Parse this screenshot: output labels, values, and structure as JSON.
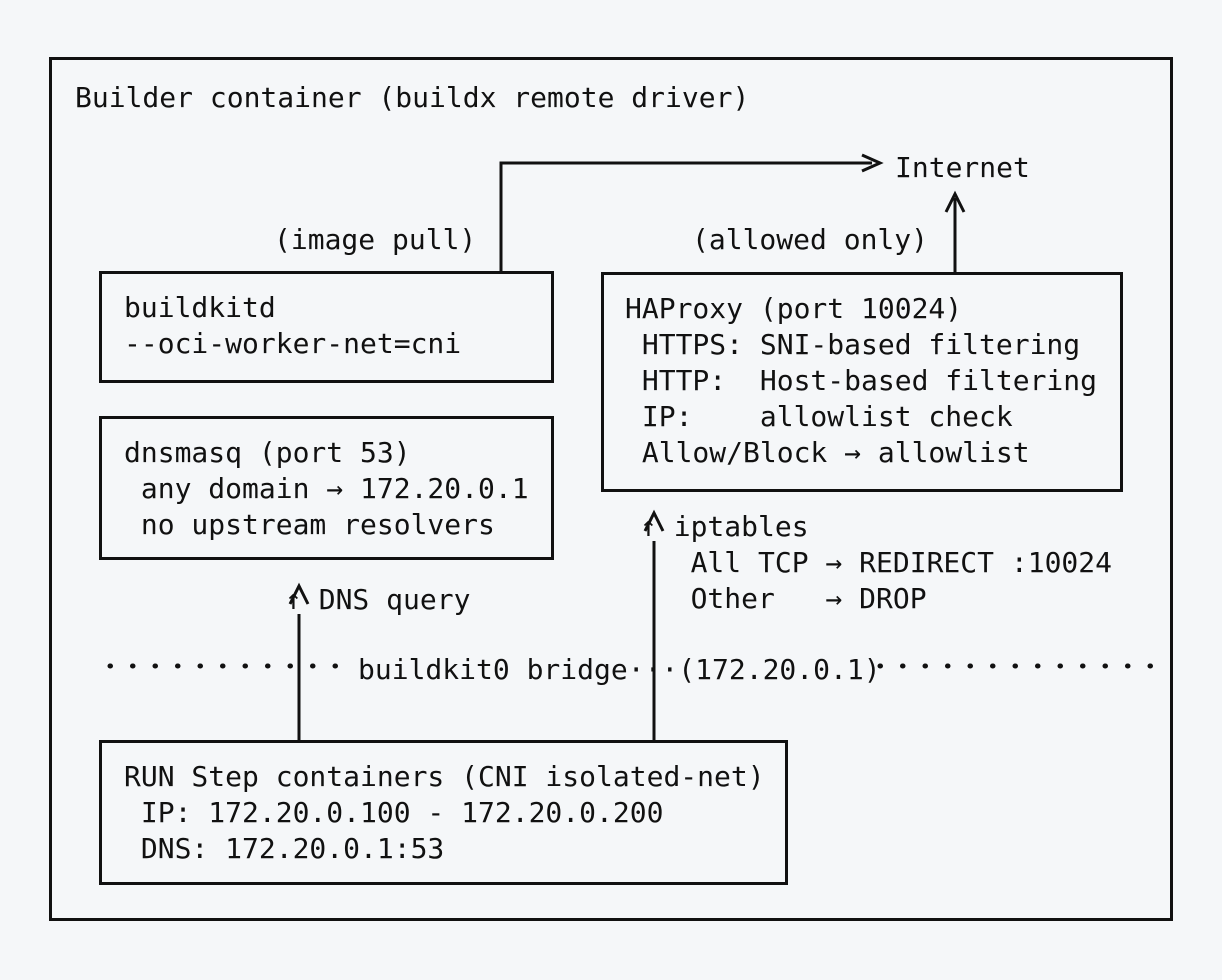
{
  "diagram": {
    "title": "Builder container (buildx remote driver)",
    "external_node": "Internet",
    "edge_labels": {
      "image_pull": "(image pull)",
      "allowed_only": "(allowed only)",
      "dns_query": "↑ DNS query",
      "iptables": "↑ iptables"
    },
    "boxes": {
      "buildkitd": {
        "lines": [
          "buildkitd",
          "--oci-worker-net=cni"
        ]
      },
      "haproxy": {
        "lines": [
          "HAProxy (port 10024)",
          " HTTPS: SNI-based filtering",
          " HTTP:  Host-based filtering",
          " IP:    allowlist check",
          " Allow/Block → allowlist"
        ]
      },
      "dnsmasq": {
        "lines": [
          "dnsmasq (port 53)",
          " any domain → 172.20.0.1",
          " no upstream resolvers"
        ]
      },
      "run_step": {
        "lines": [
          "RUN Step containers (CNI isolated-net)",
          " IP: 172.20.0.100 - 172.20.0.200",
          " DNS: 172.20.0.1:53"
        ]
      }
    },
    "iptables_rules": [
      "   All TCP → REDIRECT :10024",
      "   Other   → DROP"
    ],
    "bridge_label": "buildkit0 bridge···(172.20.0.1)",
    "colors": {
      "background": "#f5f7f9",
      "stroke": "#111111",
      "text": "#111111"
    }
  }
}
